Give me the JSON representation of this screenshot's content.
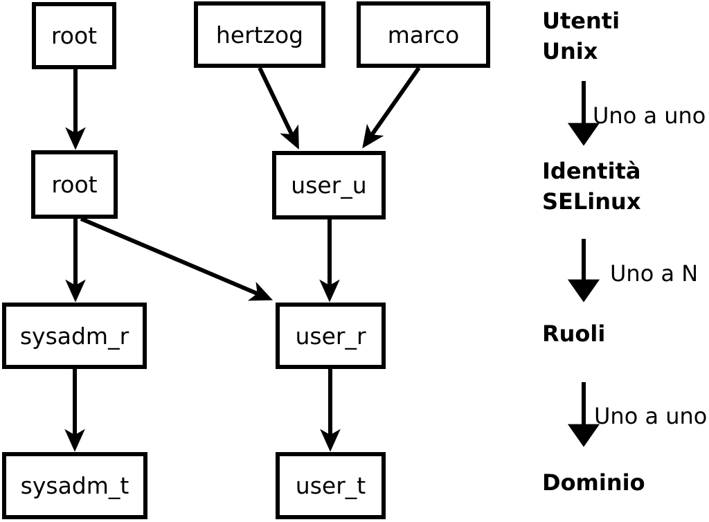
{
  "colors": {
    "ink": "#000000",
    "background": "#ffffff"
  },
  "diagram": {
    "nodes": {
      "unix_root": {
        "label": "root"
      },
      "unix_hertzog": {
        "label": "hertzog"
      },
      "unix_marco": {
        "label": "marco"
      },
      "identity_root": {
        "label": "root"
      },
      "identity_user_u": {
        "label": "user_u"
      },
      "role_sysadm_r": {
        "label": "sysadm_r"
      },
      "role_user_r": {
        "label": "user_r"
      },
      "domain_sysadm_t": {
        "label": "sysadm_t"
      },
      "domain_user_t": {
        "label": "user_t"
      }
    },
    "edges": [
      {
        "from": "unix_root",
        "to": "identity_root"
      },
      {
        "from": "unix_hertzog",
        "to": "identity_user_u"
      },
      {
        "from": "unix_marco",
        "to": "identity_user_u"
      },
      {
        "from": "identity_root",
        "to": "role_sysadm_r"
      },
      {
        "from": "identity_root",
        "to": "role_user_r"
      },
      {
        "from": "identity_user_u",
        "to": "role_user_r"
      },
      {
        "from": "role_sysadm_r",
        "to": "domain_sysadm_t"
      },
      {
        "from": "role_user_r",
        "to": "domain_user_t"
      }
    ]
  },
  "legend": {
    "levels": [
      {
        "label": "Utenti\nUnix"
      },
      {
        "label": "Identità\nSELinux"
      },
      {
        "label": "Ruoli"
      },
      {
        "label": "Dominio"
      }
    ],
    "relations": [
      {
        "label": "Uno a uno"
      },
      {
        "label": "Uno a N"
      },
      {
        "label": "Uno a uno"
      }
    ]
  }
}
